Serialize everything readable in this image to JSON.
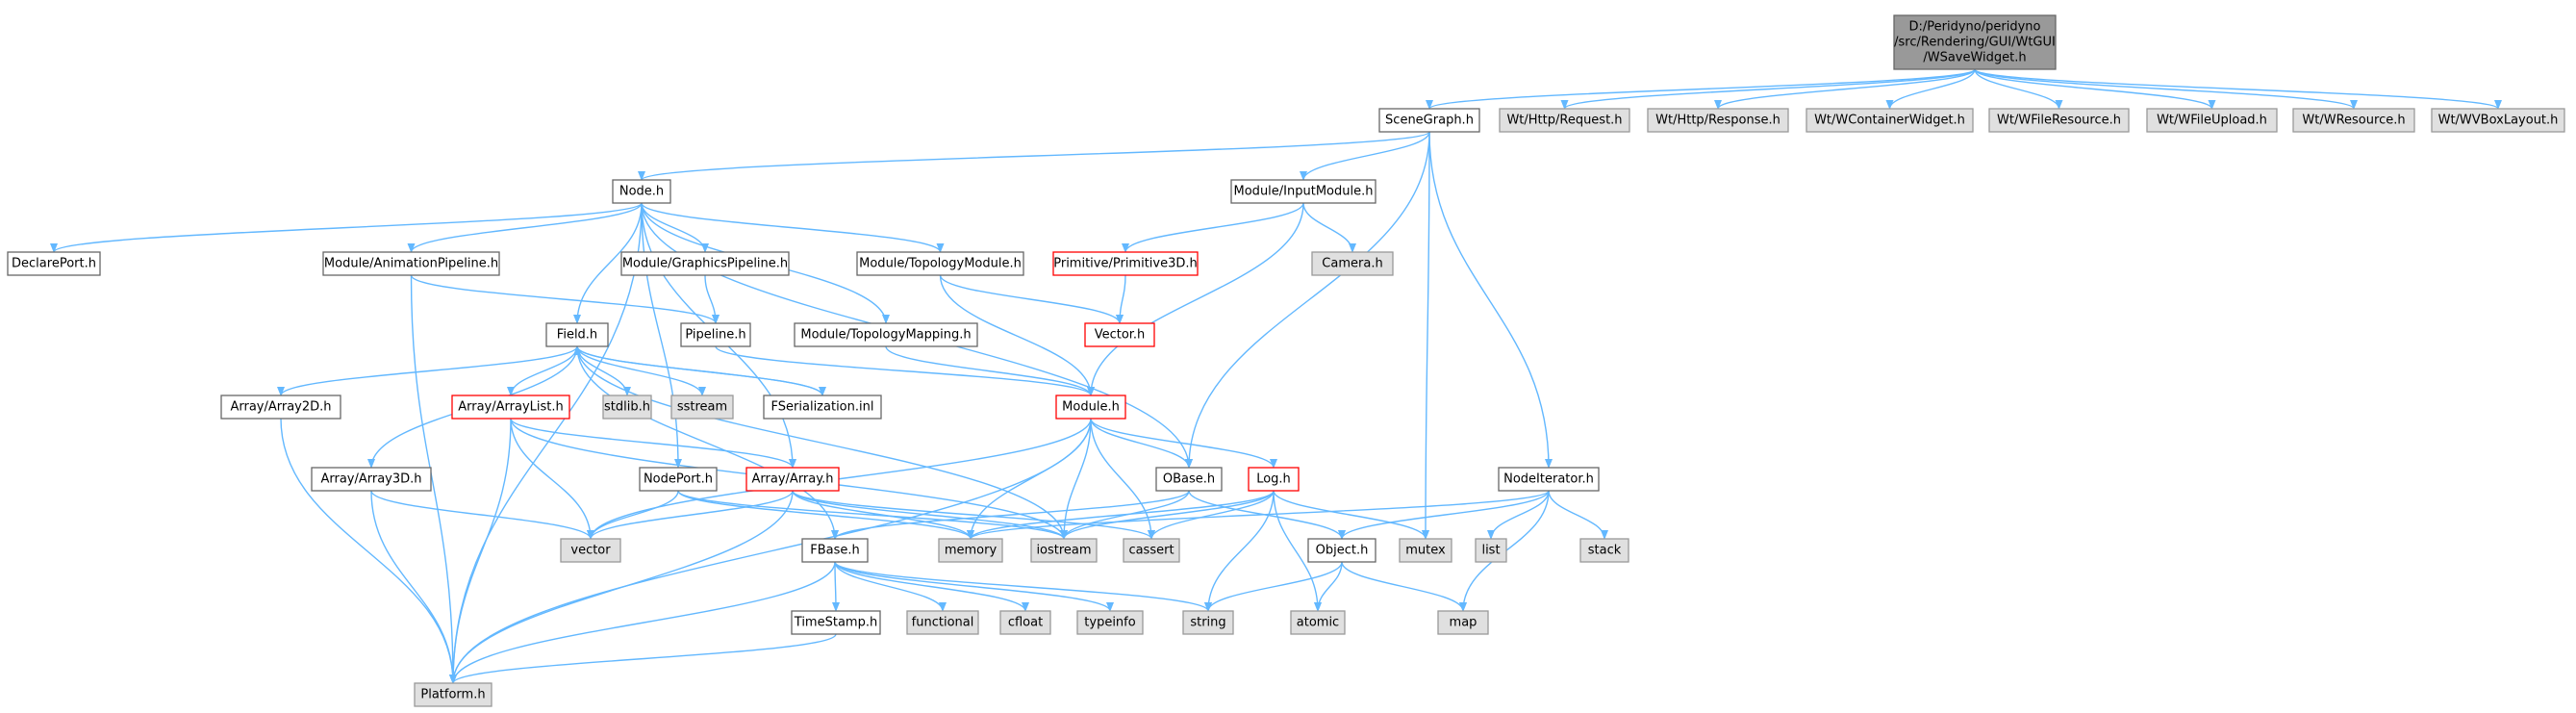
{
  "graph": {
    "colors": {
      "edge": "#63b8ff",
      "root_fill": "#999999",
      "root_border": "#666666",
      "system_fill": "#e0e0e0",
      "system_border": "#999999",
      "local_fill": "#ffffff",
      "local_border": "#666666",
      "truncated_border": "#ff0000"
    },
    "nodes": [
      {
        "id": "root",
        "lines": [
          "D:/Peridyno/peridyno",
          "/src/Rendering/GUI/WtGUI",
          "/WSaveWidget.h"
        ],
        "kind": "root"
      },
      {
        "id": "scenegraph",
        "lines": [
          "SceneGraph.h"
        ],
        "kind": "local"
      },
      {
        "id": "wt_request",
        "lines": [
          "Wt/Http/Request.h"
        ],
        "kind": "system"
      },
      {
        "id": "wt_response",
        "lines": [
          "Wt/Http/Response.h"
        ],
        "kind": "system"
      },
      {
        "id": "wt_container",
        "lines": [
          "Wt/WContainerWidget.h"
        ],
        "kind": "system"
      },
      {
        "id": "wt_fileresource",
        "lines": [
          "Wt/WFileResource.h"
        ],
        "kind": "system"
      },
      {
        "id": "wt_fileupload",
        "lines": [
          "Wt/WFileUpload.h"
        ],
        "kind": "system"
      },
      {
        "id": "wt_resource",
        "lines": [
          "Wt/WResource.h"
        ],
        "kind": "system"
      },
      {
        "id": "wt_vbox",
        "lines": [
          "Wt/WVBoxLayout.h"
        ],
        "kind": "system"
      },
      {
        "id": "node",
        "lines": [
          "Node.h"
        ],
        "kind": "local"
      },
      {
        "id": "inputmodule",
        "lines": [
          "Module/InputModule.h"
        ],
        "kind": "local"
      },
      {
        "id": "declareport",
        "lines": [
          "DeclarePort.h"
        ],
        "kind": "local"
      },
      {
        "id": "animpipe",
        "lines": [
          "Module/AnimationPipeline.h"
        ],
        "kind": "local"
      },
      {
        "id": "gfxpipe",
        "lines": [
          "Module/GraphicsPipeline.h"
        ],
        "kind": "local"
      },
      {
        "id": "topomodule",
        "lines": [
          "Module/TopologyModule.h"
        ],
        "kind": "local"
      },
      {
        "id": "primitive3d",
        "lines": [
          "Primitive/Primitive3D.h"
        ],
        "kind": "truncated"
      },
      {
        "id": "camera",
        "lines": [
          "Camera.h"
        ],
        "kind": "system"
      },
      {
        "id": "pipeline",
        "lines": [
          "Pipeline.h"
        ],
        "kind": "local"
      },
      {
        "id": "field",
        "lines": [
          "Field.h"
        ],
        "kind": "local"
      },
      {
        "id": "topomapping",
        "lines": [
          "Module/TopologyMapping.h"
        ],
        "kind": "local"
      },
      {
        "id": "vector_h",
        "lines": [
          "Vector.h"
        ],
        "kind": "truncated"
      },
      {
        "id": "array2d",
        "lines": [
          "Array/Array2D.h"
        ],
        "kind": "local"
      },
      {
        "id": "arraylist",
        "lines": [
          "Array/ArrayList.h"
        ],
        "kind": "truncated"
      },
      {
        "id": "stdlib",
        "lines": [
          "stdlib.h"
        ],
        "kind": "system"
      },
      {
        "id": "sstream",
        "lines": [
          "sstream"
        ],
        "kind": "system"
      },
      {
        "id": "fserial",
        "lines": [
          "FSerialization.inl"
        ],
        "kind": "local"
      },
      {
        "id": "module",
        "lines": [
          "Module.h"
        ],
        "kind": "truncated"
      },
      {
        "id": "array3d",
        "lines": [
          "Array/Array3D.h"
        ],
        "kind": "local"
      },
      {
        "id": "nodeport",
        "lines": [
          "NodePort.h"
        ],
        "kind": "local"
      },
      {
        "id": "array",
        "lines": [
          "Array/Array.h"
        ],
        "kind": "truncated"
      },
      {
        "id": "obase",
        "lines": [
          "OBase.h"
        ],
        "kind": "local"
      },
      {
        "id": "log",
        "lines": [
          "Log.h"
        ],
        "kind": "truncated"
      },
      {
        "id": "nodeiter",
        "lines": [
          "NodeIterator.h"
        ],
        "kind": "local"
      },
      {
        "id": "vector",
        "lines": [
          "vector"
        ],
        "kind": "system"
      },
      {
        "id": "memory",
        "lines": [
          "memory"
        ],
        "kind": "system"
      },
      {
        "id": "iostream",
        "lines": [
          "iostream"
        ],
        "kind": "system"
      },
      {
        "id": "cassert",
        "lines": [
          "cassert"
        ],
        "kind": "system"
      },
      {
        "id": "object",
        "lines": [
          "Object.h"
        ],
        "kind": "local"
      },
      {
        "id": "mutex",
        "lines": [
          "mutex"
        ],
        "kind": "system"
      },
      {
        "id": "list",
        "lines": [
          "list"
        ],
        "kind": "system"
      },
      {
        "id": "stack",
        "lines": [
          "stack"
        ],
        "kind": "system"
      },
      {
        "id": "fbase",
        "lines": [
          "FBase.h"
        ],
        "kind": "local"
      },
      {
        "id": "timestamp",
        "lines": [
          "TimeStamp.h"
        ],
        "kind": "local"
      },
      {
        "id": "functional",
        "lines": [
          "functional"
        ],
        "kind": "system"
      },
      {
        "id": "cfloat",
        "lines": [
          "cfloat"
        ],
        "kind": "system"
      },
      {
        "id": "typeinfo",
        "lines": [
          "typeinfo"
        ],
        "kind": "system"
      },
      {
        "id": "string",
        "lines": [
          "string"
        ],
        "kind": "system"
      },
      {
        "id": "atomic",
        "lines": [
          "atomic"
        ],
        "kind": "system"
      },
      {
        "id": "map",
        "lines": [
          "map"
        ],
        "kind": "system"
      },
      {
        "id": "platform",
        "lines": [
          "Platform.h"
        ],
        "kind": "system"
      }
    ],
    "edges": [
      [
        "root",
        "scenegraph"
      ],
      [
        "root",
        "wt_request"
      ],
      [
        "root",
        "wt_response"
      ],
      [
        "root",
        "wt_container"
      ],
      [
        "root",
        "wt_fileresource"
      ],
      [
        "root",
        "wt_fileupload"
      ],
      [
        "root",
        "wt_resource"
      ],
      [
        "root",
        "wt_vbox"
      ],
      [
        "scenegraph",
        "node"
      ],
      [
        "scenegraph",
        "inputmodule"
      ],
      [
        "scenegraph",
        "obase"
      ],
      [
        "scenegraph",
        "mutex"
      ],
      [
        "scenegraph",
        "nodeiter"
      ],
      [
        "node",
        "declareport"
      ],
      [
        "node",
        "platform"
      ],
      [
        "node",
        "animpipe"
      ],
      [
        "node",
        "field"
      ],
      [
        "node",
        "gfxpipe"
      ],
      [
        "node",
        "topomodule"
      ],
      [
        "node",
        "topomapping"
      ],
      [
        "node",
        "obase"
      ],
      [
        "node",
        "nodeport"
      ],
      [
        "node",
        "array"
      ],
      [
        "inputmodule",
        "primitive3d"
      ],
      [
        "inputmodule",
        "camera"
      ],
      [
        "inputmodule",
        "module"
      ],
      [
        "animpipe",
        "pipeline"
      ],
      [
        "animpipe",
        "platform"
      ],
      [
        "gfxpipe",
        "pipeline"
      ],
      [
        "topomodule",
        "vector_h"
      ],
      [
        "topomodule",
        "module"
      ],
      [
        "primitive3d",
        "vector_h"
      ],
      [
        "pipeline",
        "module"
      ],
      [
        "topomapping",
        "module"
      ],
      [
        "field",
        "array2d"
      ],
      [
        "field",
        "arraylist"
      ],
      [
        "field",
        "stdlib"
      ],
      [
        "field",
        "sstream"
      ],
      [
        "field",
        "fserial"
      ],
      [
        "field",
        "array3d"
      ],
      [
        "field",
        "fbase"
      ],
      [
        "field",
        "iostream"
      ],
      [
        "fserial",
        "field"
      ],
      [
        "array2d",
        "platform"
      ],
      [
        "arraylist",
        "array"
      ],
      [
        "arraylist",
        "vector"
      ],
      [
        "arraylist",
        "platform"
      ],
      [
        "arraylist",
        "iostream"
      ],
      [
        "array3d",
        "vector"
      ],
      [
        "array3d",
        "platform"
      ],
      [
        "module",
        "vector"
      ],
      [
        "module",
        "obase"
      ],
      [
        "module",
        "log"
      ],
      [
        "module",
        "memory"
      ],
      [
        "module",
        "iostream"
      ],
      [
        "module",
        "cassert"
      ],
      [
        "module",
        "platform"
      ],
      [
        "nodeport",
        "vector"
      ],
      [
        "nodeport",
        "memory"
      ],
      [
        "nodeport",
        "iostream"
      ],
      [
        "array",
        "vector"
      ],
      [
        "array",
        "memory"
      ],
      [
        "array",
        "iostream"
      ],
      [
        "array",
        "cassert"
      ],
      [
        "array",
        "platform"
      ],
      [
        "obase",
        "fbase"
      ],
      [
        "obase",
        "object"
      ],
      [
        "obase",
        "iostream"
      ],
      [
        "log",
        "memory"
      ],
      [
        "log",
        "cassert"
      ],
      [
        "log",
        "iostream"
      ],
      [
        "log",
        "string"
      ],
      [
        "log",
        "atomic"
      ],
      [
        "log",
        "mutex"
      ],
      [
        "nodeiter",
        "list"
      ],
      [
        "nodeiter",
        "stack"
      ],
      [
        "nodeiter",
        "map"
      ],
      [
        "nodeiter",
        "object"
      ],
      [
        "nodeiter",
        "memory"
      ],
      [
        "object",
        "string"
      ],
      [
        "object",
        "atomic"
      ],
      [
        "object",
        "map"
      ],
      [
        "fbase",
        "timestamp"
      ],
      [
        "fbase",
        "functional"
      ],
      [
        "fbase",
        "cfloat"
      ],
      [
        "fbase",
        "typeinfo"
      ],
      [
        "fbase",
        "string"
      ],
      [
        "fbase",
        "platform"
      ],
      [
        "timestamp",
        "platform"
      ]
    ]
  }
}
